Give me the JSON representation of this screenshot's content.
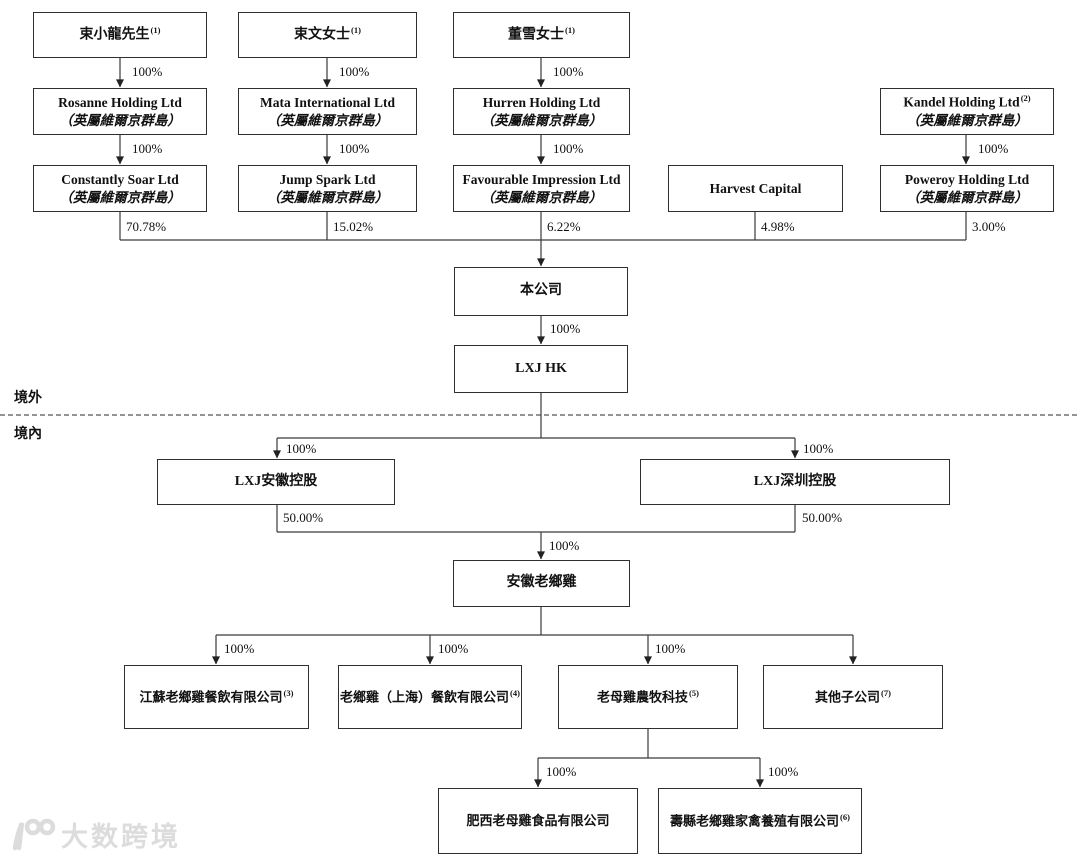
{
  "regions": {
    "offshore": "境外",
    "onshore": "境內"
  },
  "watermark": {
    "text": "大数跨境"
  },
  "nodes": {
    "person1": {
      "label": "束小龍先生",
      "sup": "(1)"
    },
    "person2": {
      "label": "束文女士",
      "sup": "(1)"
    },
    "person3": {
      "label": "董雪女士",
      "sup": "(1)"
    },
    "rosanne": {
      "line1": "Rosanne Holding Ltd",
      "line2": "（英屬維爾京群島）"
    },
    "mata": {
      "line1": "Mata International Ltd",
      "line2": "（英屬維爾京群島）"
    },
    "hurren": {
      "line1": "Hurren Holding Ltd",
      "line2": "（英屬維爾京群島）"
    },
    "kandel": {
      "line1": "Kandel Holding Ltd",
      "sup": "(2)",
      "line2": "（英屬維爾京群島）"
    },
    "constantly": {
      "line1": "Constantly Soar Ltd",
      "line2": "（英屬維爾京群島）"
    },
    "jumpspark": {
      "line1": "Jump Spark Ltd",
      "line2": "（英屬維爾京群島）"
    },
    "favourable": {
      "line1": "Favourable Impression Ltd",
      "line2": "（英屬維爾京群島）"
    },
    "harvest": {
      "label": "Harvest Capital"
    },
    "poweroy": {
      "line1": "Poweroy Holding Ltd",
      "line2": "（英屬維爾京群島）"
    },
    "company": {
      "label": "本公司"
    },
    "lxjhk": {
      "label": "LXJ HK"
    },
    "lxj_anhui": {
      "label": "LXJ安徽控股"
    },
    "lxj_shenzhen": {
      "label": "LXJ深圳控股"
    },
    "anhui_lxj": {
      "label": "安徽老鄉雞"
    },
    "jiangsu": {
      "label": "江蘇老鄉雞餐飲有限公司",
      "sup": "(3)"
    },
    "shanghai": {
      "label": "老鄉雞（上海）餐飲有限公司",
      "sup": "(4)"
    },
    "nongmu": {
      "label": "老母雞農牧科技",
      "sup": "(5)"
    },
    "other_subs": {
      "label": "其他子公司",
      "sup": "(7)"
    },
    "feixi": {
      "label": "肥西老母雞食品有限公司"
    },
    "shouxian": {
      "label": "壽縣老鄉雞家禽養殖有限公司",
      "sup": "(6)"
    }
  },
  "percents": {
    "p_person1": "100%",
    "p_person2": "100%",
    "p_person3": "100%",
    "p_kandel": "100%",
    "p_rosanne": "100%",
    "p_mata": "100%",
    "p_hurren": "100%",
    "sh_constantly": "70.78%",
    "sh_jumpspark": "15.02%",
    "sh_favourable": "6.22%",
    "sh_harvest": "4.98%",
    "sh_poweroy": "3.00%",
    "p_company_hk": "100%",
    "p_anhui": "100%",
    "p_shenzhen": "100%",
    "half_anhui": "50.00%",
    "half_shenzhen": "50.00%",
    "p_anhui_lxj": "100%",
    "p_jiangsu": "100%",
    "p_shanghai": "100%",
    "p_nongmu": "100%",
    "p_feixi": "100%",
    "p_shouxian": "100%"
  }
}
